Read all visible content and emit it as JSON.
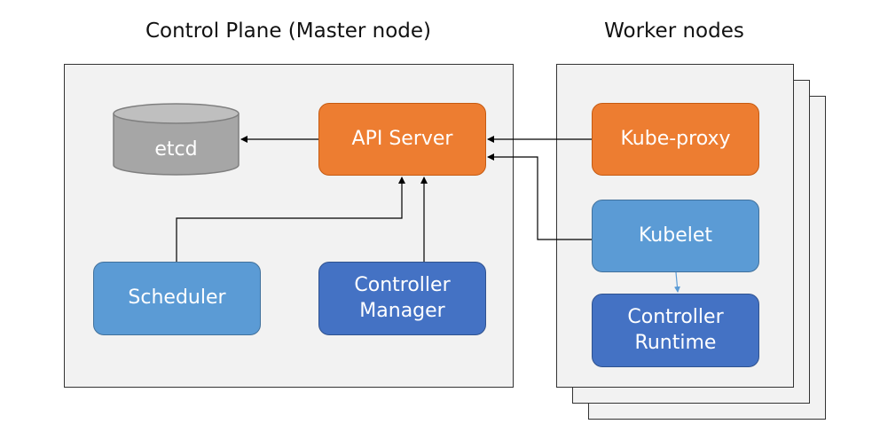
{
  "headings": {
    "control_plane": "Control Plane (Master node)",
    "worker_nodes": "Worker nodes"
  },
  "control_plane": {
    "etcd": "etcd",
    "api_server": "API Server",
    "scheduler": "Scheduler",
    "controller_manager_line1": "Controller",
    "controller_manager_line2": "Manager"
  },
  "worker": {
    "kube_proxy": "Kube-proxy",
    "kubelet": "Kubelet",
    "controller_runtime_line1": "Controller",
    "controller_runtime_line2": "Runtime"
  },
  "colors": {
    "orange": "#ed7d31",
    "light_blue": "#5b9bd5",
    "dark_blue": "#4472c4",
    "etcd_gray": "#a6a6a6",
    "panel": "#f2f2f2"
  }
}
